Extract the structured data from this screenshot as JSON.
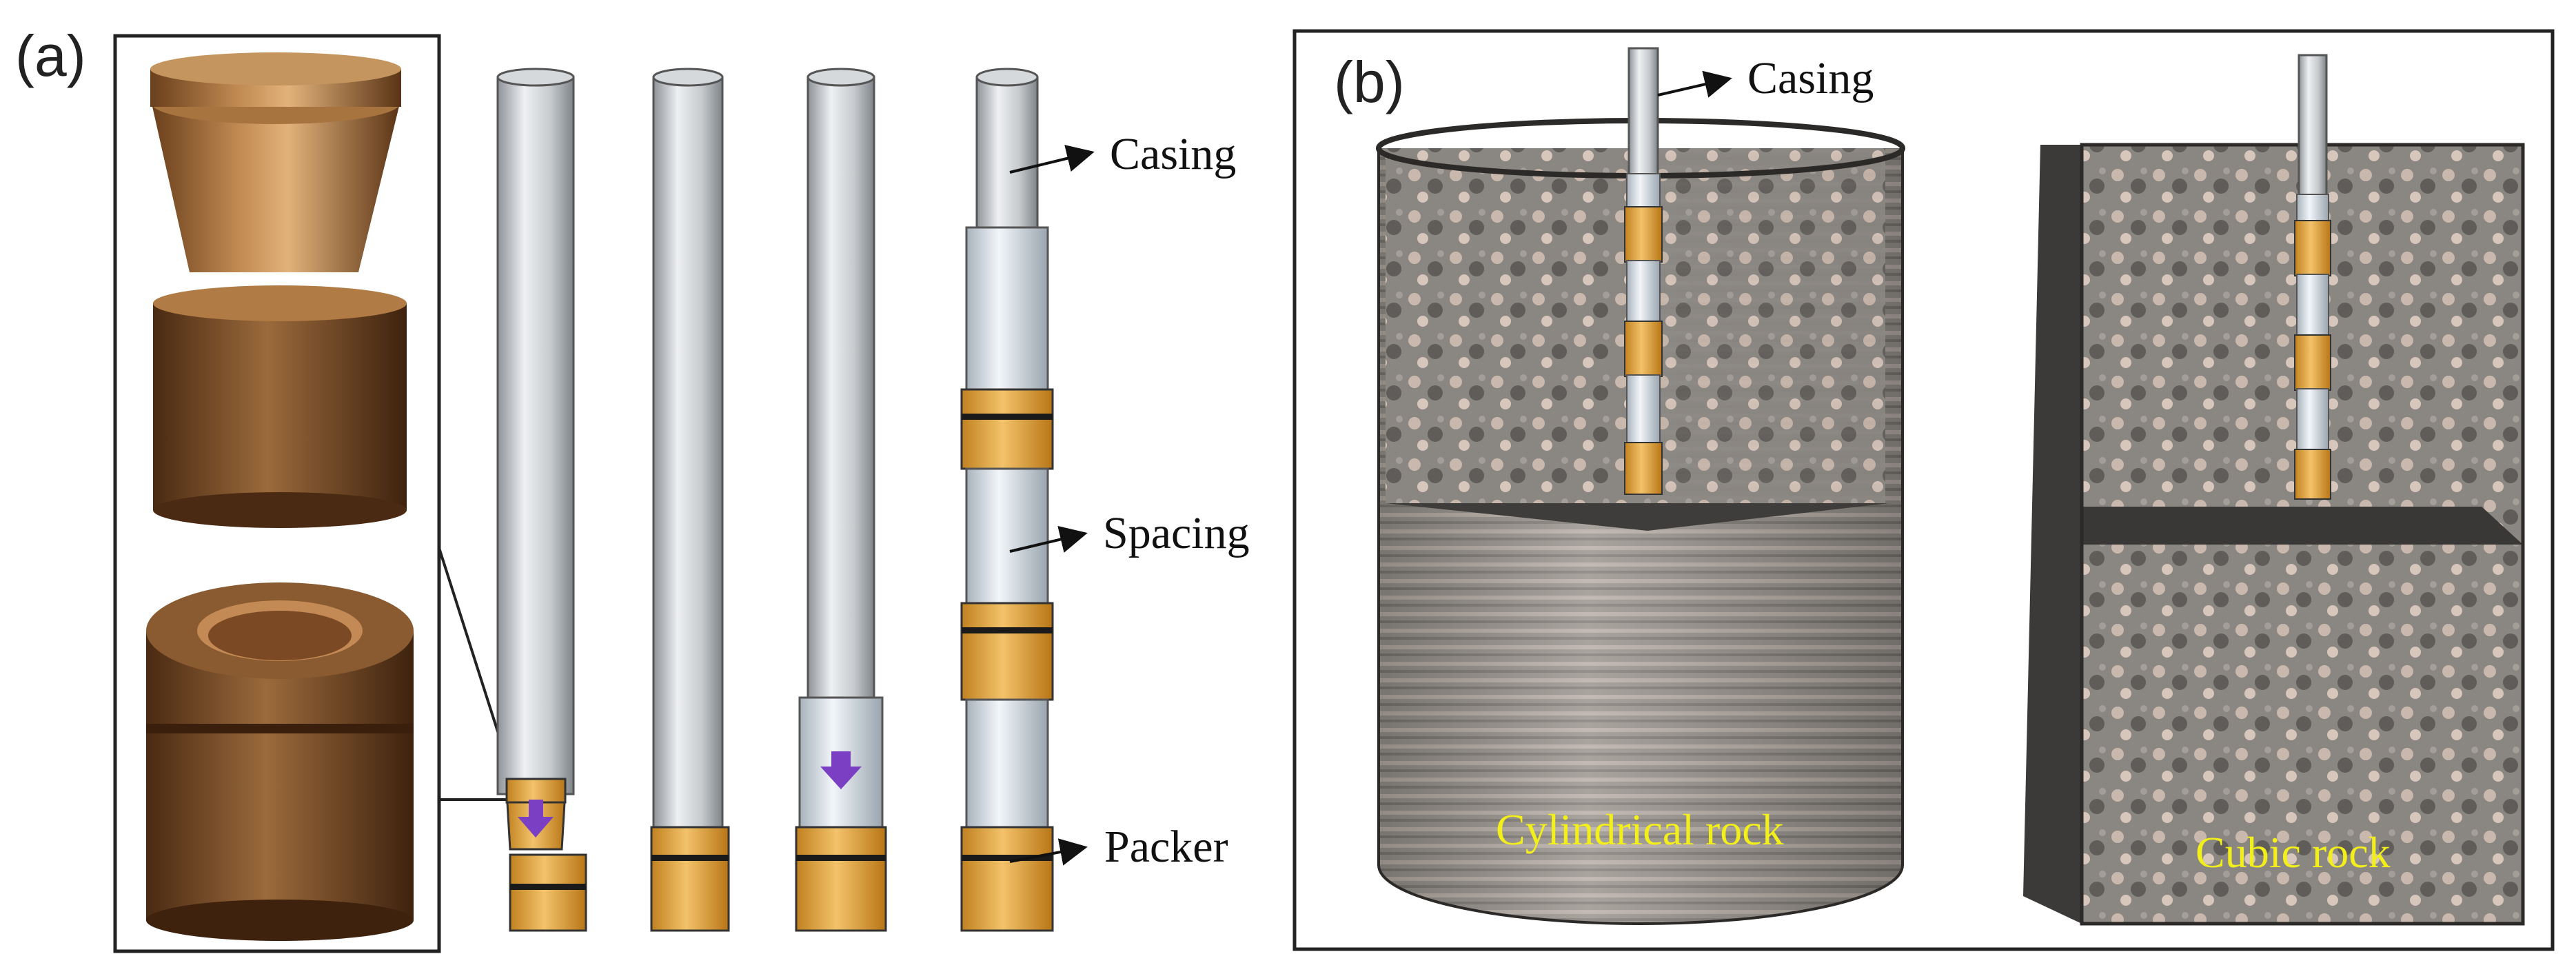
{
  "panels": [
    {
      "label": "(a)"
    },
    {
      "label": "(b)"
    }
  ],
  "panel_a": {
    "callouts": {
      "casing": "Casing",
      "spacing": "Spacing",
      "packer": "Packer"
    },
    "colors": {
      "casing": "#c9cdd2",
      "spacing": "#d6e1ea",
      "packer": "#e3a43a",
      "arrow": "#7a3fc2"
    }
  },
  "panel_b": {
    "callouts": {
      "casing": "Casing"
    },
    "rocks": {
      "cylindrical": "Cylindrical  rock",
      "cubic": "Cubic rock"
    },
    "colors": {
      "rock": "#8d8a86",
      "label": "#f2ef1a"
    }
  }
}
